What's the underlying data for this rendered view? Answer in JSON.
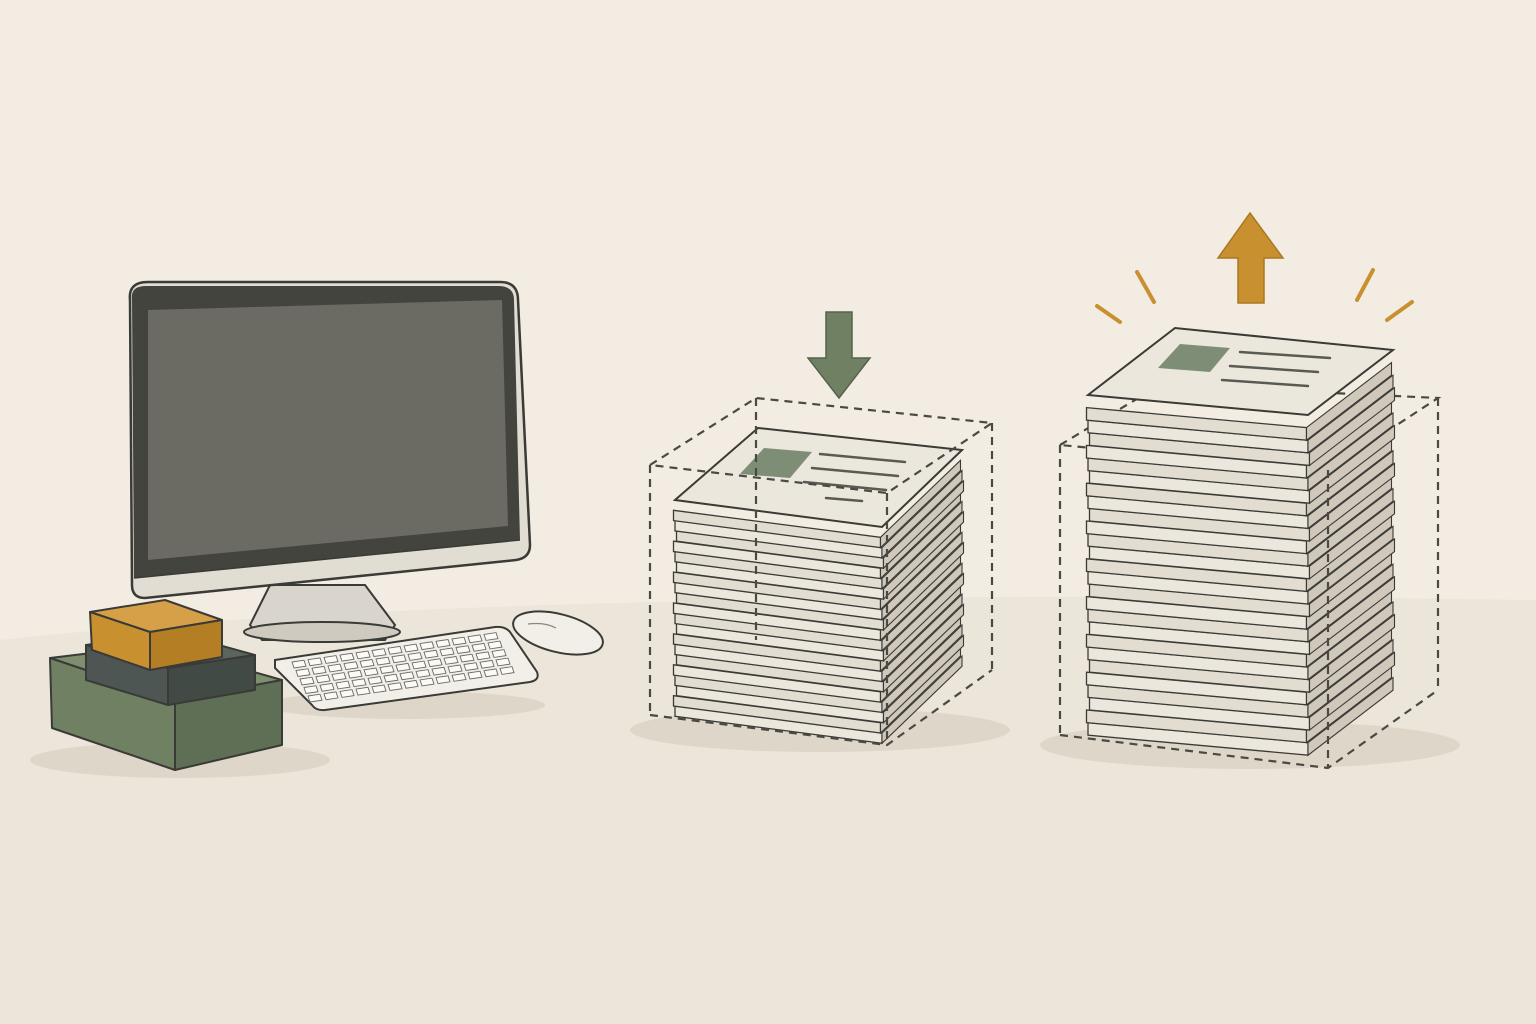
{
  "scene": {
    "palette": {
      "background": "#f2ece2",
      "desk_surface": "#ebe4d8",
      "outline": "#3a3a36",
      "monitor_bezel": "#44443f",
      "monitor_screen": "#6b6a63",
      "monitor_chin": "#e2ddd3",
      "paper": "#ece7dd",
      "paper_edge": "#cfc8bb",
      "sage_green": "#6f8063",
      "dark_slate": "#4d5652",
      "mustard": "#c9902f",
      "dashed_line": "#4a4a44"
    },
    "objects": {
      "computer": "desktop-computer",
      "keyboard": "keyboard",
      "mouse": "mouse",
      "block_stack": "stacked-blocks",
      "compact_stack": {
        "icon": "down-arrow-icon",
        "meaning": "shrink",
        "sheets": 20
      },
      "tall_stack": {
        "icon": "up-arrow-icon",
        "meaning": "grow",
        "sheets": 26
      }
    }
  }
}
